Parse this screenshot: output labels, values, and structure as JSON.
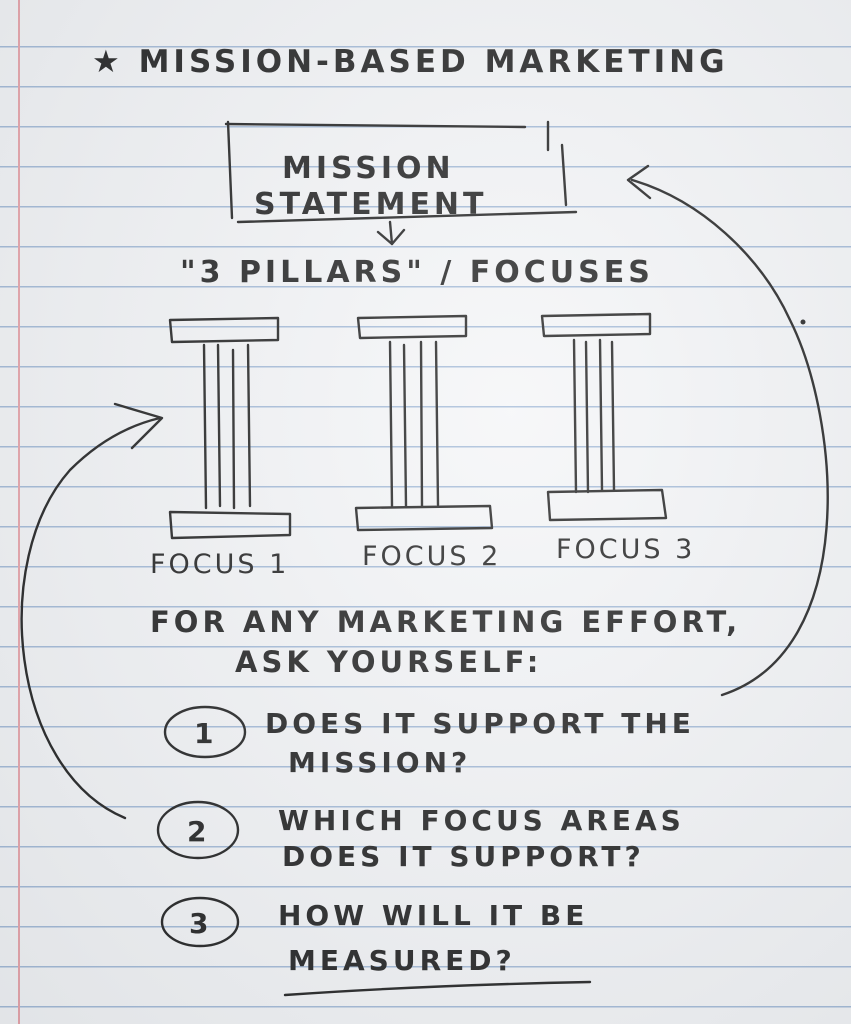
{
  "title": "★ MISSION-BASED MARKETING",
  "mission": {
    "line1": "MISSION",
    "line2": "STATEMENT"
  },
  "pillars_heading": "\"3 PILLARS\" / FOCUSES",
  "pillars": [
    {
      "label": "FOCUS 1"
    },
    {
      "label": "FOCUS 2"
    },
    {
      "label": "FOCUS 3"
    }
  ],
  "prompt": {
    "line1": "FOR ANY MARKETING EFFORT,",
    "line2": "ASK YOURSELF:"
  },
  "questions": [
    {
      "number": "1",
      "line1": "DOES IT SUPPORT THE",
      "line2": "MISSION?"
    },
    {
      "number": "2",
      "line1": "WHICH FOCUS AREAS",
      "line2": "DOES IT SUPPORT?"
    },
    {
      "number": "3",
      "line1": "HOW WILL IT BE",
      "line2": "MEASURED?"
    }
  ],
  "colors": {
    "ink": "#141414",
    "paper": "#f4f5f7",
    "rule_line": "#9fb7d6",
    "margin_line": "#e8a0a6"
  }
}
